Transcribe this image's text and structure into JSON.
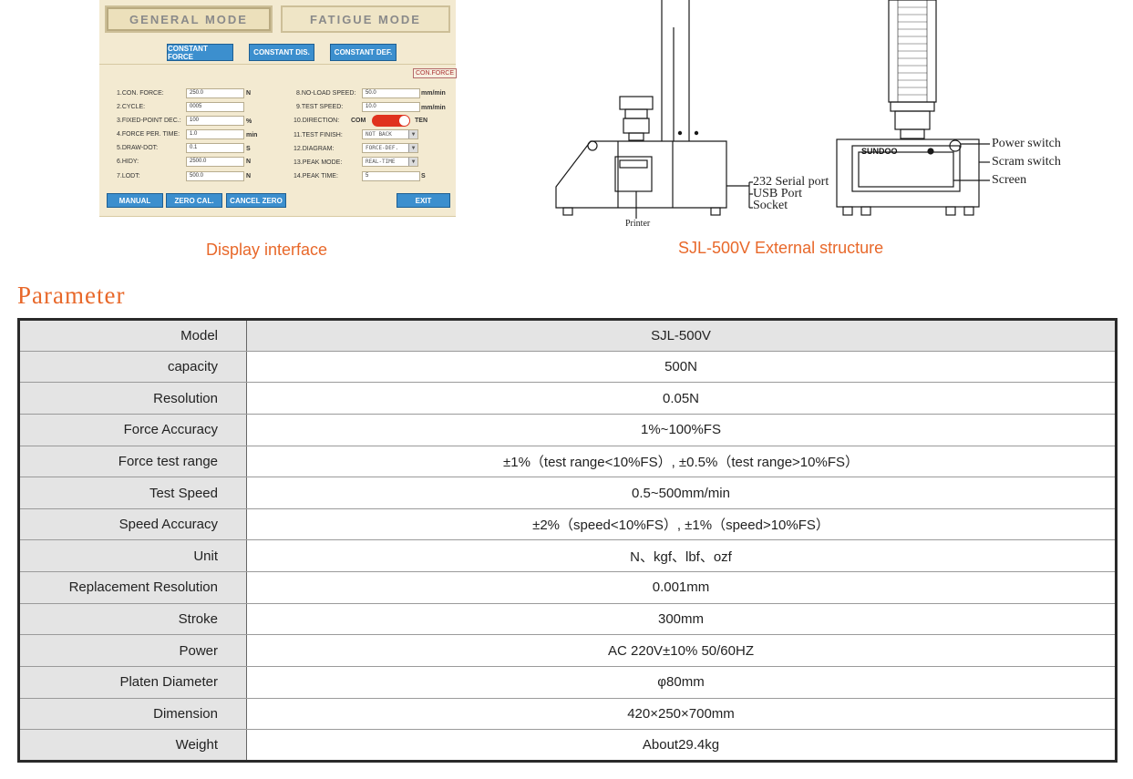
{
  "display_interface": {
    "modes": [
      "GENERAL MODE",
      "FATIGUE MODE"
    ],
    "sub_modes": [
      "CONSTANT FORCE",
      "CONSTANT DIS.",
      "CONSTANT DEF."
    ],
    "tag": "CON.FORCE",
    "left_fields": [
      {
        "label": "1.CON. FORCE:",
        "value": "250.0",
        "unit": "N"
      },
      {
        "label": "2.CYCLE:",
        "value": "0005",
        "unit": ""
      },
      {
        "label": "3.FIXED-POINT DEC.:",
        "value": "100",
        "unit": "%"
      },
      {
        "label": "4.FORCE PER. TIME:",
        "value": "1.0",
        "unit": "min"
      },
      {
        "label": "5.DRAW-DOT:",
        "value": "0.1",
        "unit": "S"
      },
      {
        "label": "6.HIDY:",
        "value": "2500.0",
        "unit": "N"
      },
      {
        "label": "7.LODT:",
        "value": "500.0",
        "unit": "N"
      }
    ],
    "right_fields": {
      "no_load_speed": {
        "label": "8.NO-LOAD SPEED:",
        "value": "50.0",
        "unit": "mm/min"
      },
      "test_speed": {
        "label": "9.TEST SPEED:",
        "value": "10.0",
        "unit": "mm/min"
      },
      "direction": {
        "label": "10.DIRECTION:",
        "left": "COM",
        "right": "TEN"
      },
      "test_finish": {
        "label": "11.TEST FINISH:",
        "value": "NOT BACK"
      },
      "diagram": {
        "label": "12.DIAGRAM:",
        "value": "FORCE-DEF."
      },
      "peak_mode": {
        "label": "13.PEAK MODE:",
        "value": "REAL-TIME"
      },
      "peak_time": {
        "label": "14.PEAK TIME:",
        "value": "5",
        "unit": "S"
      }
    },
    "bottom_buttons": [
      "MANUAL",
      "ZERO CAL.",
      "CANCEL ZERO",
      "EXIT"
    ],
    "caption": "Display interface"
  },
  "machine": {
    "caption": "SJL-500V External structure",
    "brand": "SUNDOO",
    "callouts": {
      "serial": "232 Serial port",
      "usb": "USB Port",
      "socket": "Socket",
      "printer": "Printer",
      "power": "Power switch",
      "scram": "Scram switch",
      "screen": "Screen"
    }
  },
  "parameters": {
    "title": "Parameter",
    "rows": [
      {
        "key": "Model",
        "value": "SJL-500V"
      },
      {
        "key": "capacity",
        "value": "500N"
      },
      {
        "key": "Resolution",
        "value": "0.05N"
      },
      {
        "key": "Force Accuracy",
        "value": "1%~100%FS"
      },
      {
        "key": "Force test range",
        "value": "±1%（test range<10%FS）, ±0.5%（test range>10%FS）"
      },
      {
        "key": "Test Speed",
        "value": "0.5~500mm/min"
      },
      {
        "key": "Speed Accuracy",
        "value": "±2%（speed<10%FS）, ±1%（speed>10%FS）"
      },
      {
        "key": "Unit",
        "value": "N、kgf、lbf、ozf"
      },
      {
        "key": "Replacement Resolution",
        "value": "0.001mm"
      },
      {
        "key": "Stroke",
        "value": "300mm"
      },
      {
        "key": "Power",
        "value": "AC 220V±10%  50/60HZ"
      },
      {
        "key": "Platen Diameter",
        "value": "φ80mm"
      },
      {
        "key": "Dimension",
        "value": "420×250×700mm"
      },
      {
        "key": "Weight",
        "value": "About29.4kg"
      }
    ]
  }
}
